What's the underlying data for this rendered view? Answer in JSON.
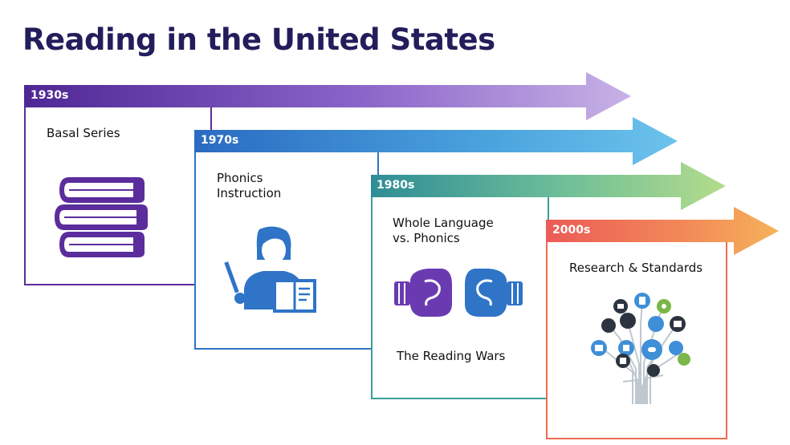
{
  "title": "Reading in the United States",
  "colors": {
    "title": "#221e5c",
    "era_1930s": "#5b2d9c",
    "era_1970s": "#2f74c7",
    "era_1980s": "#3a9d9b",
    "era_2000s": "#ee6b52"
  },
  "timeline": [
    {
      "era": "1930s",
      "label": "Basal Series",
      "icon": "books-icon"
    },
    {
      "era": "1970s",
      "label": "Phonics\nInstruction",
      "icon": "teacher-icon"
    },
    {
      "era": "1980s",
      "label": "Whole Language\nvs. Phonics",
      "sublabel": "The Reading Wars",
      "icon": "boxing-gloves-icon"
    },
    {
      "era": "2000s",
      "label": "Research & Standards",
      "icon": "tech-tree-icon"
    }
  ]
}
